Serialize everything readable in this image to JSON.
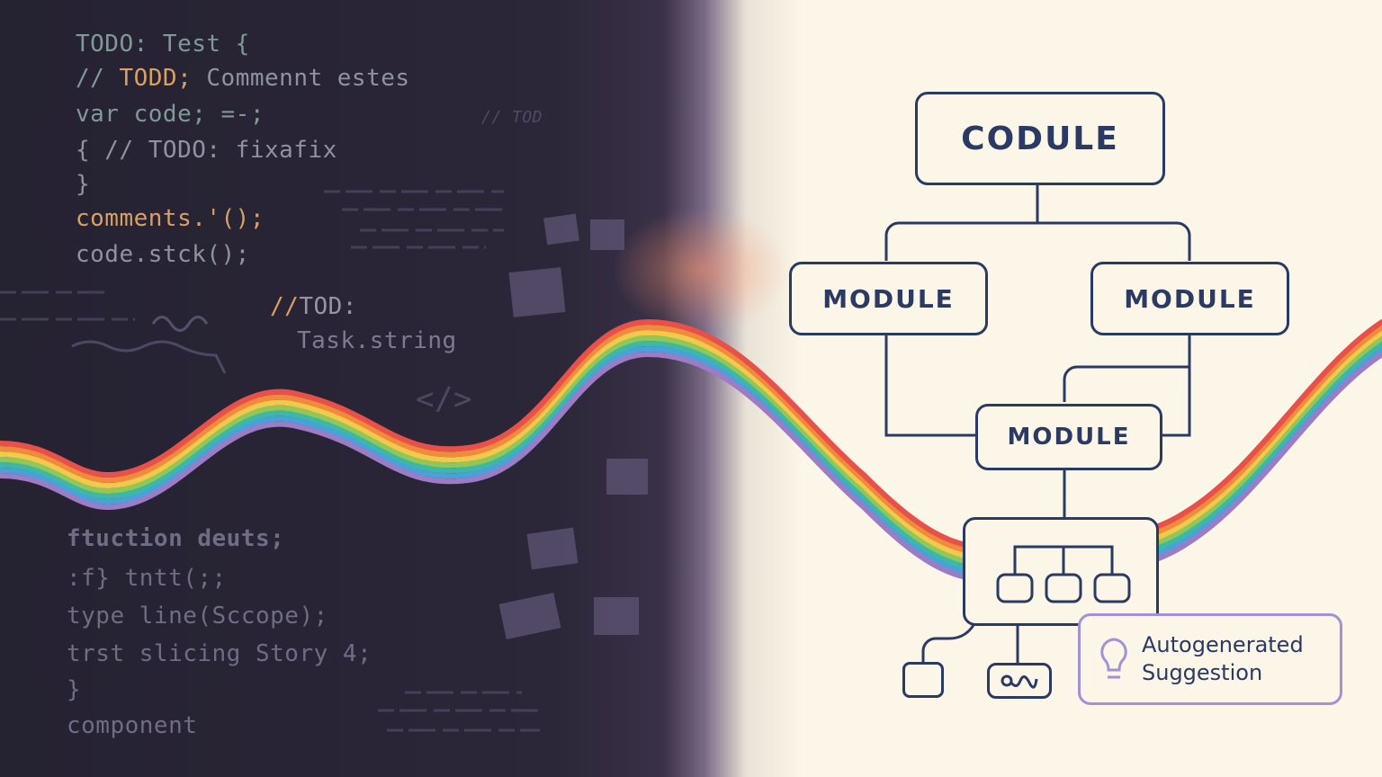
{
  "code_top": [
    {
      "text": "TODO: Test {",
      "style": "teal"
    },
    {
      "prefix": "// ",
      "highlight": "TODD;",
      "rest": " Commennt estes"
    },
    {
      "text": "var code; =-;",
      "style": "teal"
    },
    {
      "text": "{ // TODO: fixafix",
      "style": ""
    },
    {
      "text": "}",
      "style": ""
    },
    {
      "text": "comments.'();",
      "style": "orange"
    },
    {
      "text": "code.stck();",
      "style": ""
    }
  ],
  "code_middle": {
    "comment_prefix": "//",
    "comment_text": "TOD:",
    "task": "Task.string",
    "faint_comment": "// TOD",
    "tag_icon": "</>"
  },
  "code_bottom": [
    "ftuction deuts;",
    ":f} tntt(;;",
    "type line(Sccope);",
    "trst slicing Story 4;",
    "}",
    "component"
  ],
  "diagram": {
    "root": "CODULE",
    "left_module": "MODULE",
    "right_module": "MODULE",
    "center_module": "MODULE",
    "colors": {
      "stroke": "#2b3a63",
      "accent": "#a58fd6",
      "background": "#fbf6e8"
    }
  },
  "suggestion": {
    "icon": "lightbulb-icon",
    "line1": "Autogenerated",
    "line2": "Suggestion"
  }
}
